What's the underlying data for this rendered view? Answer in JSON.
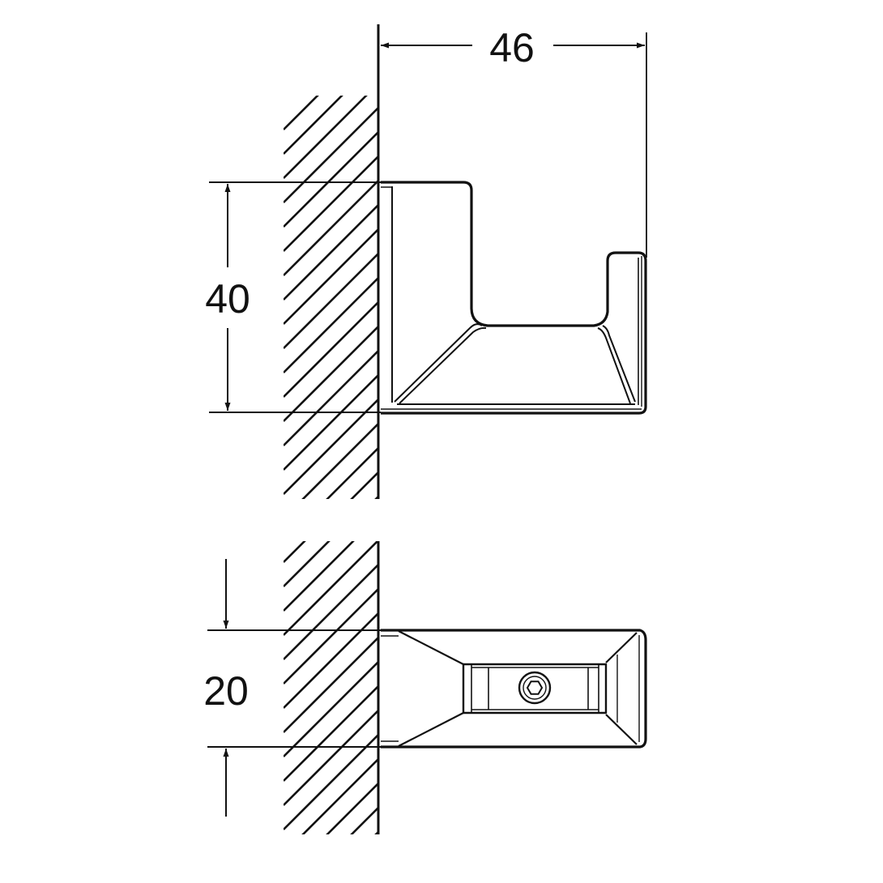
{
  "drawing": {
    "type": "technical-dimension-drawing",
    "subject": "wall-mounted robe hook",
    "views": [
      {
        "name": "side-view",
        "description": "hook profile mounted on hatched wall"
      },
      {
        "name": "top-view",
        "description": "hook seen from above with hex screw"
      }
    ],
    "colors": {
      "line": "#111111",
      "background": "#ffffff"
    }
  },
  "dimensions": {
    "width": {
      "value": "46",
      "unit": "mm",
      "orientation": "horizontal"
    },
    "height": {
      "value": "40",
      "unit": "mm",
      "orientation": "vertical"
    },
    "depth": {
      "value": "20",
      "unit": "mm",
      "orientation": "vertical"
    }
  }
}
